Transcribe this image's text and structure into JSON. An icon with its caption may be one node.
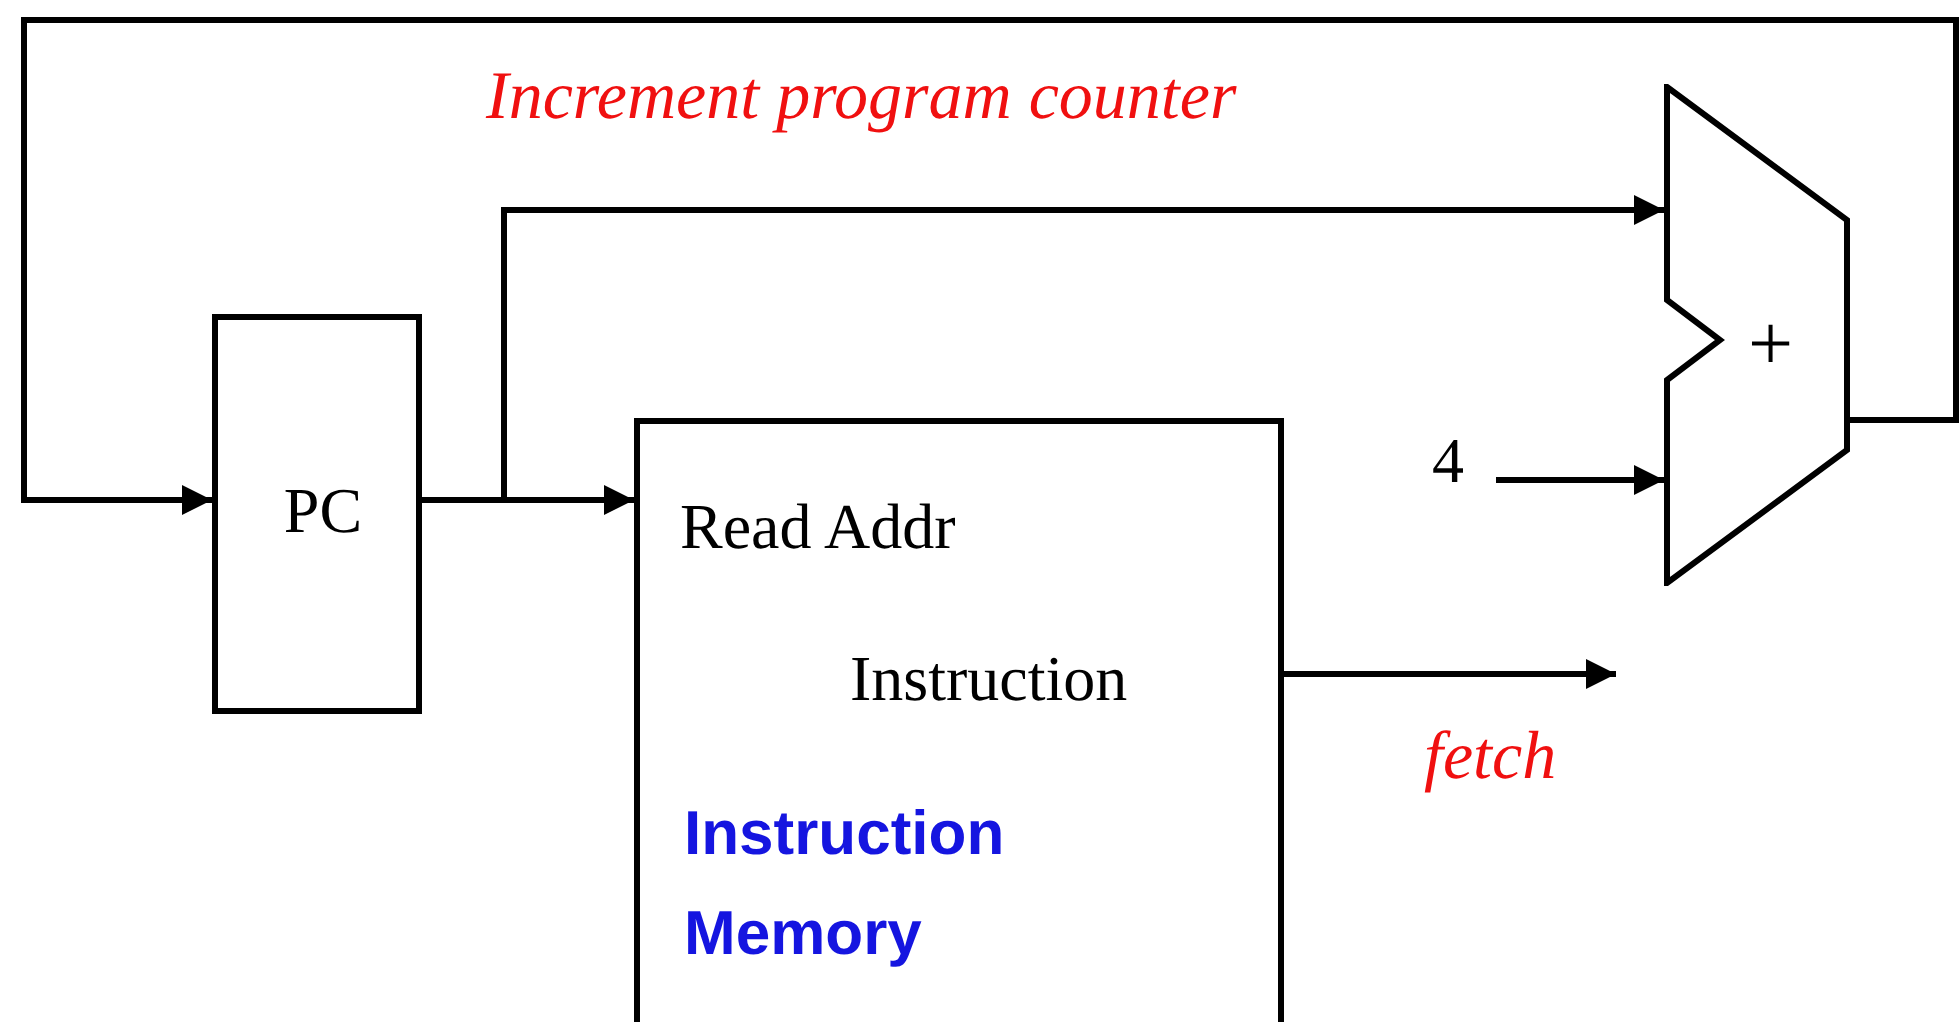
{
  "diagram": {
    "nodes": [
      {
        "text": [
          "PC"
        ]
      },
      {
        "text": [
          "Read Addr",
          "Instruction",
          "Instruction Memory"
        ]
      },
      {
        "text": [
          "+"
        ]
      },
      {
        "text": [
          "4"
        ]
      }
    ],
    "edges": [
      {
        "from": 2,
        "to": 0,
        "arrow": "to"
      },
      {
        "from": 0,
        "to": 1,
        "arrow": "to"
      },
      {
        "from": 0,
        "to": 2,
        "arrow": "to"
      },
      {
        "from": 3,
        "to": 2,
        "arrow": "to"
      },
      {
        "from": 1,
        "to": null,
        "arrow": "to"
      }
    ],
    "labels": [
      "Increment program counter",
      "fetch"
    ]
  }
}
